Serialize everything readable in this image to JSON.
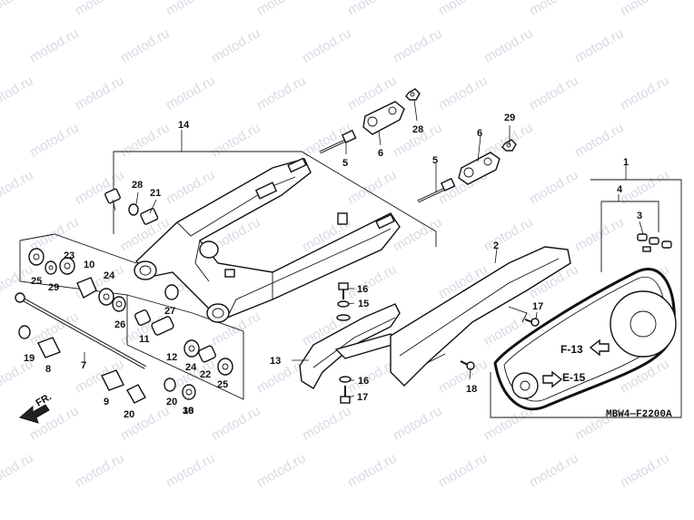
{
  "watermark": "motod.ru",
  "diagram_code": "MBW4—F2200A",
  "direction_label": "FR.",
  "reference_labels": [
    "F-13",
    "E-15"
  ],
  "callouts": [
    "1",
    "2",
    "3",
    "4",
    "5",
    "5",
    "6",
    "6",
    "7",
    "8",
    "9",
    "10",
    "11",
    "12",
    "13",
    "14",
    "15",
    "16",
    "16",
    "17",
    "17",
    "18",
    "18",
    "19",
    "20",
    "20",
    "21",
    "22",
    "23",
    "24",
    "24",
    "25",
    "25",
    "26",
    "27",
    "28",
    "28",
    "29",
    "29",
    "30"
  ],
  "colors": {
    "line": "#111111",
    "watermark": "#d6dbe4",
    "background": "#ffffff"
  }
}
